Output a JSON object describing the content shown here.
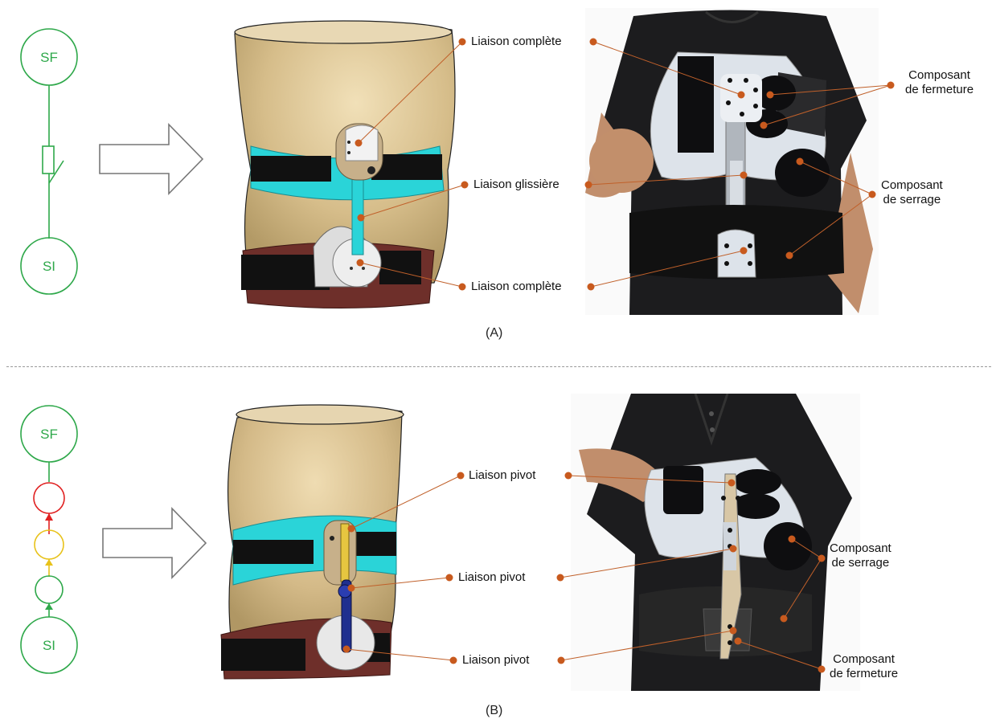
{
  "panels": [
    {
      "caption": "(A)",
      "schema": {
        "top_node": "SF",
        "bottom_node": "SI"
      },
      "labels_center": [
        "Liaison complète",
        "Liaison glissière",
        "Liaison complète"
      ],
      "labels_right": [
        {
          "line1": "Composant",
          "line2": "de fermeture"
        },
        {
          "line1": "Composant",
          "line2": "de serrage"
        }
      ]
    },
    {
      "caption": "(B)",
      "schema": {
        "top_node": "SF",
        "bottom_node": "SI"
      },
      "labels_center": [
        "Liaison pivot",
        "Liaison pivot",
        "Liaison pivot"
      ],
      "labels_right": [
        {
          "line1": "Composant",
          "line2": "de serrage"
        },
        {
          "line1": "Composant",
          "line2": "de fermeture"
        }
      ]
    }
  ],
  "colors": {
    "schema_green": "#2ea84a",
    "schema_red": "#e02020",
    "schema_yellow": "#e8c21a",
    "leader": "#c0602a",
    "dot": "#c85a1e",
    "skin": "#d9c08f",
    "cyan": "#2ad4d8",
    "maroon": "#6e2f2a",
    "shirt": "#1c1c1e",
    "plate": "#dde3ea"
  }
}
